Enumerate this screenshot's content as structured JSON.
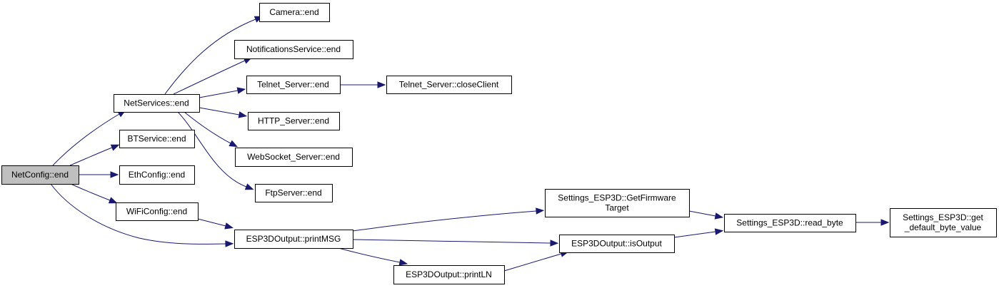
{
  "colors": {
    "edge": "#191970",
    "node_fill": "#ffffff",
    "root_fill": "#bfbfbf",
    "border": "#000000"
  },
  "nodes": [
    {
      "id": "netconfig_end",
      "lines": [
        "NetConfig::end"
      ],
      "root": true
    },
    {
      "id": "netservices_end",
      "lines": [
        "NetServices::end"
      ]
    },
    {
      "id": "btservice_end",
      "lines": [
        "BTService::end"
      ]
    },
    {
      "id": "ethconfig_end",
      "lines": [
        "EthConfig::end"
      ]
    },
    {
      "id": "wificonfig_end",
      "lines": [
        "WiFiConfig::end"
      ]
    },
    {
      "id": "camera_end",
      "lines": [
        "Camera::end"
      ]
    },
    {
      "id": "notifications_end",
      "lines": [
        "NotificationsService::end"
      ]
    },
    {
      "id": "telnet_end",
      "lines": [
        "Telnet_Server::end"
      ]
    },
    {
      "id": "telnet_closeclient",
      "lines": [
        "Telnet_Server::closeClient"
      ]
    },
    {
      "id": "http_end",
      "lines": [
        "HTTP_Server::end"
      ]
    },
    {
      "id": "websocket_end",
      "lines": [
        "WebSocket_Server::end"
      ]
    },
    {
      "id": "ftpserver_end",
      "lines": [
        "FtpServer::end"
      ]
    },
    {
      "id": "esp3d_printmsg",
      "lines": [
        "ESP3DOutput::printMSG"
      ]
    },
    {
      "id": "esp3d_println",
      "lines": [
        "ESP3DOutput::printLN"
      ]
    },
    {
      "id": "esp3d_isoutput",
      "lines": [
        "ESP3DOutput::isOutput"
      ]
    },
    {
      "id": "settings_getfirmware",
      "lines": [
        "Settings_ESP3D::GetFirmware",
        "Target"
      ]
    },
    {
      "id": "settings_readbyte",
      "lines": [
        "Settings_ESP3D::read_byte"
      ]
    },
    {
      "id": "settings_getdefault",
      "lines": [
        "Settings_ESP3D::get",
        "_default_byte_value"
      ]
    }
  ],
  "edges": [
    {
      "from": "netconfig_end",
      "to": "netservices_end"
    },
    {
      "from": "netconfig_end",
      "to": "btservice_end"
    },
    {
      "from": "netconfig_end",
      "to": "ethconfig_end"
    },
    {
      "from": "netconfig_end",
      "to": "wificonfig_end"
    },
    {
      "from": "netconfig_end",
      "to": "esp3d_printmsg"
    },
    {
      "from": "netservices_end",
      "to": "camera_end"
    },
    {
      "from": "netservices_end",
      "to": "notifications_end"
    },
    {
      "from": "netservices_end",
      "to": "telnet_end"
    },
    {
      "from": "netservices_end",
      "to": "http_end"
    },
    {
      "from": "netservices_end",
      "to": "websocket_end"
    },
    {
      "from": "netservices_end",
      "to": "ftpserver_end"
    },
    {
      "from": "telnet_end",
      "to": "telnet_closeclient"
    },
    {
      "from": "wificonfig_end",
      "to": "esp3d_printmsg"
    },
    {
      "from": "esp3d_printmsg",
      "to": "settings_getfirmware"
    },
    {
      "from": "esp3d_printmsg",
      "to": "esp3d_isoutput"
    },
    {
      "from": "esp3d_printmsg",
      "to": "esp3d_println"
    },
    {
      "from": "esp3d_println",
      "to": "esp3d_isoutput"
    },
    {
      "from": "esp3d_isoutput",
      "to": "settings_readbyte"
    },
    {
      "from": "settings_getfirmware",
      "to": "settings_readbyte"
    },
    {
      "from": "settings_readbyte",
      "to": "settings_getdefault"
    }
  ]
}
